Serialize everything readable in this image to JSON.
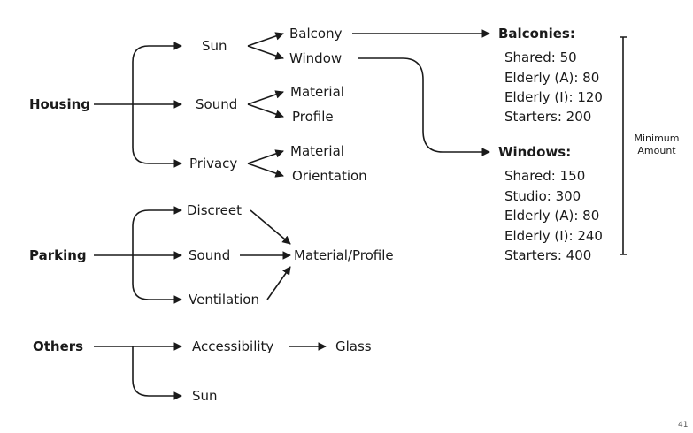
{
  "housing": {
    "label": "Housing",
    "sun": {
      "label": "Sun",
      "balcony": "Balcony",
      "window": "Window"
    },
    "sound": {
      "label": "Sound",
      "material": "Material",
      "profile": "Profile"
    },
    "privacy": {
      "label": "Privacy",
      "material": "Material",
      "orientation": "Orientation"
    }
  },
  "parking": {
    "label": "Parking",
    "discreet": "Discreet",
    "sound": "Sound",
    "ventilation": "Ventilation",
    "target": "Material/Profile"
  },
  "others": {
    "label": "Others",
    "accessibility": "Accessibility",
    "glass": "Glass",
    "sun": "Sun"
  },
  "balconies": {
    "title": "Balconies:",
    "items": [
      "Shared: 50",
      "Elderly (A): 80",
      "Elderly (I): 120",
      "Starters: 200"
    ]
  },
  "windows": {
    "title": "Windows:",
    "items": [
      "Shared: 150",
      "Studio: 300",
      "Elderly (A): 80",
      "Elderly (I): 240",
      "Starters: 400"
    ]
  },
  "bracket_label": {
    "line1": "Minimum",
    "line2": "Amount"
  },
  "page_number": "41"
}
